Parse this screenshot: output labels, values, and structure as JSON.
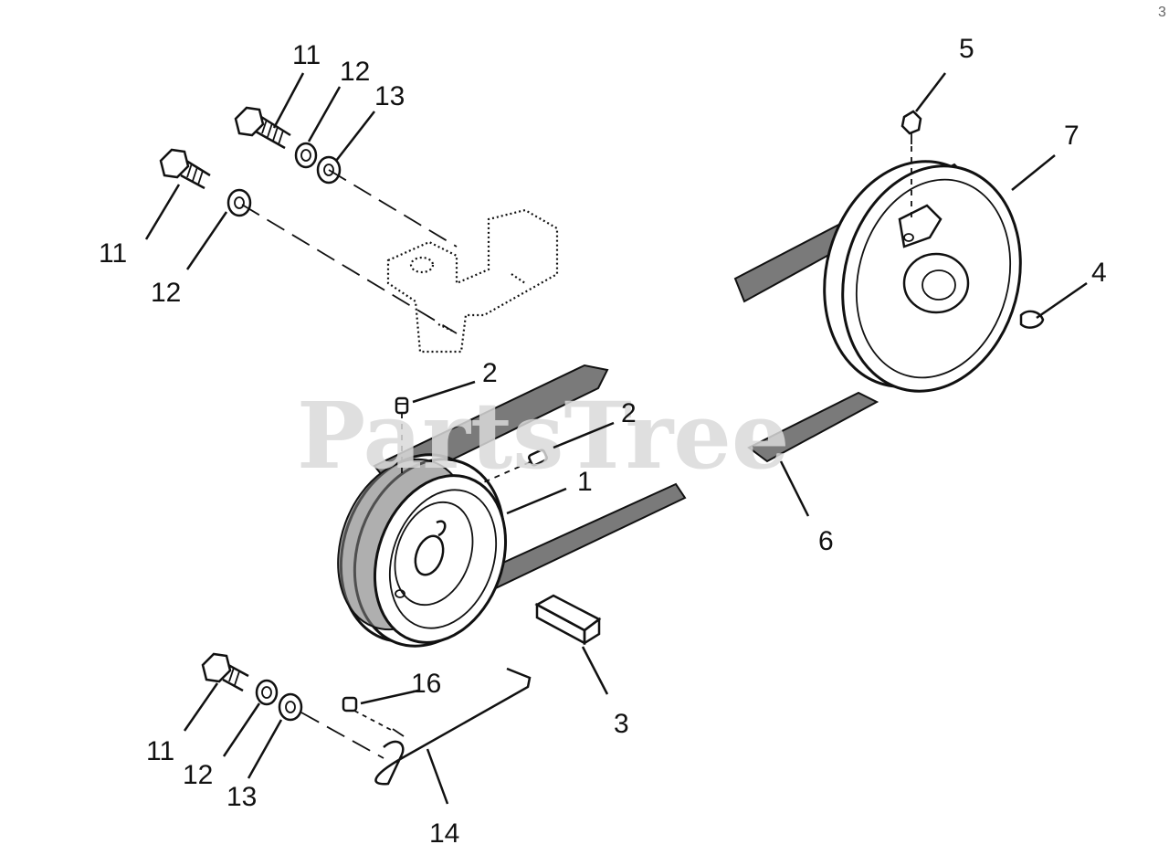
{
  "watermark": "PartsTree",
  "corner_mark": "3",
  "callouts": {
    "c11a": "11",
    "c12a": "12",
    "c13a": "13",
    "c11b": "11",
    "c12b": "12",
    "c5": "5",
    "c7": "7",
    "c4": "4",
    "c2a": "2",
    "c2b": "2",
    "c1": "1",
    "c6": "6",
    "c16": "16",
    "c3": "3",
    "c11c": "11",
    "c12c": "12",
    "c13c": "13",
    "c14": "14"
  },
  "colors": {
    "ink": "#111111",
    "belt_texture": "#7a7a7a",
    "watermark": "#d9d9d9"
  }
}
